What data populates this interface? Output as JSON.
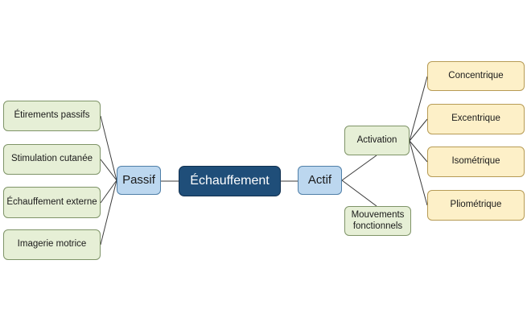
{
  "root": "Échauffement",
  "passive": {
    "label": "Passif",
    "items": [
      "Étirements passifs",
      "Stimulation cutanée",
      "Échauffement externe",
      "Imagerie motrice"
    ]
  },
  "active": {
    "label": "Actif",
    "activation": {
      "label": "Activation",
      "items": [
        "Concentrique",
        "Excentrique",
        "Isométrique",
        "Pliométrique"
      ]
    },
    "functional": "Mouvements fonctionnels"
  },
  "colors": {
    "root": "#1f4e79",
    "level1": "#bcd7ef",
    "leaf_green": "#e6efd6",
    "leaf_yellow": "#fdf0c8",
    "connector": "#3a3a3a"
  }
}
